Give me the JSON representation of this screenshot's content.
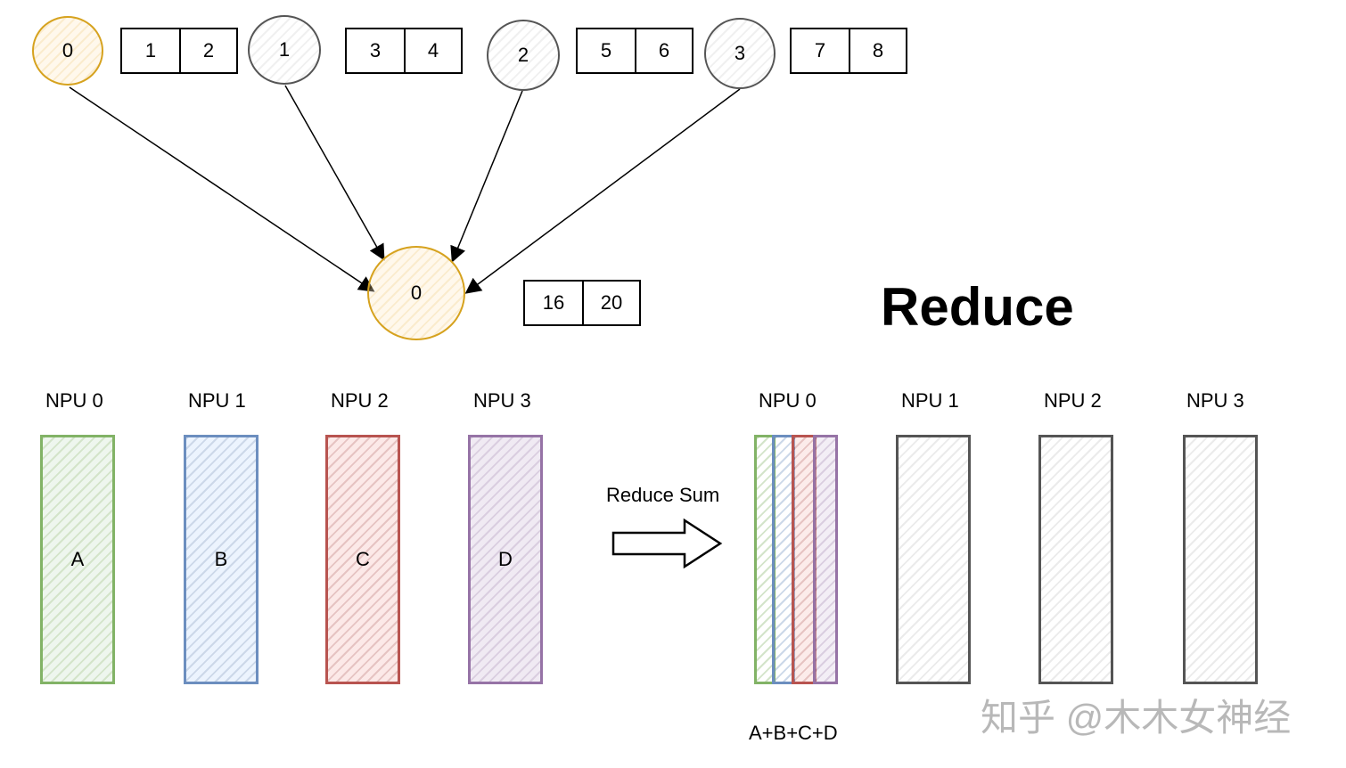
{
  "top": {
    "sources": [
      {
        "rank": "0",
        "values": [
          "1",
          "2"
        ]
      },
      {
        "rank": "1",
        "values": [
          "3",
          "4"
        ]
      },
      {
        "rank": "2",
        "values": [
          "5",
          "6"
        ]
      },
      {
        "rank": "3",
        "values": [
          "7",
          "8"
        ]
      }
    ],
    "target": {
      "rank": "0",
      "values": [
        "16",
        "20"
      ]
    },
    "title": "Reduce"
  },
  "bottom": {
    "before": [
      {
        "label": "NPU 0",
        "bar": "A",
        "color": "#82b366"
      },
      {
        "label": "NPU 1",
        "bar": "B",
        "color": "#6c8ebf"
      },
      {
        "label": "NPU 2",
        "bar": "C",
        "color": "#b85450"
      },
      {
        "label": "NPU 3",
        "bar": "D",
        "color": "#9673a6"
      }
    ],
    "arrow_label": "Reduce Sum",
    "after": [
      {
        "label": "NPU 0"
      },
      {
        "label": "NPU 1"
      },
      {
        "label": "NPU 2"
      },
      {
        "label": "NPU 3"
      }
    ],
    "result_label": "A+B+C+D",
    "empty_color": "#555555"
  },
  "watermark": "知乎 @木木女神经"
}
